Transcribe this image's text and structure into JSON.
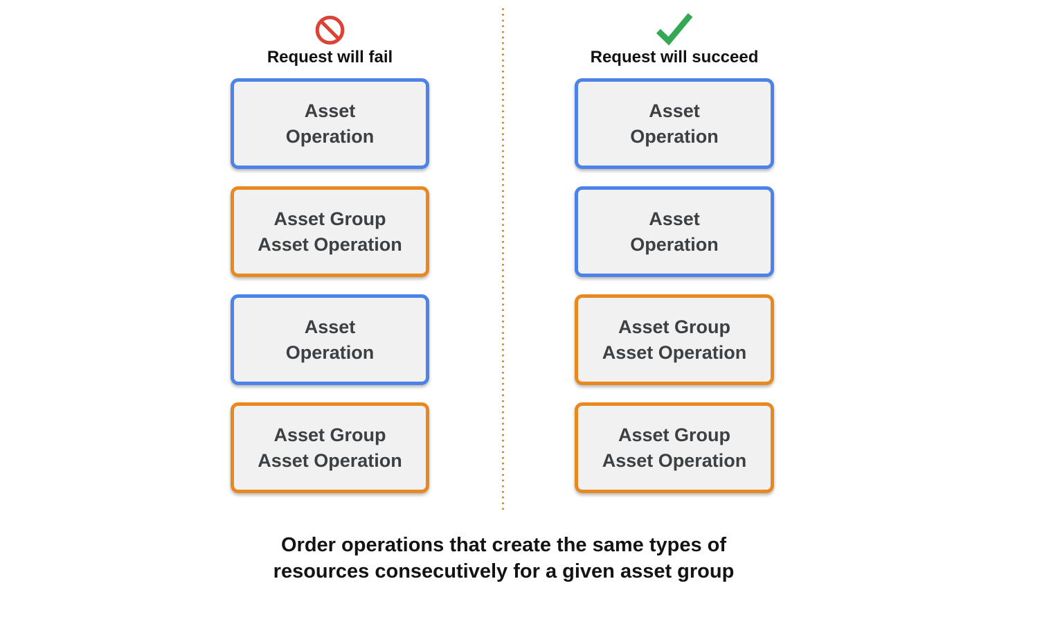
{
  "colors": {
    "blue_border": "#4d82e9",
    "orange_border": "#e8891f",
    "box_background": "#f1f1f1",
    "box_text": "#3c4043",
    "prohibition_red": "#dd4236",
    "check_green": "#34a853",
    "divider_orange": "#e8891f",
    "heading_text": "#111111"
  },
  "columns": [
    {
      "id": "fail",
      "icon": "prohibition-icon",
      "title": "Request will fail",
      "boxes": [
        {
          "label": "Asset\nOperation",
          "variant": "blue"
        },
        {
          "label": "Asset Group\nAsset Operation",
          "variant": "orange"
        },
        {
          "label": "Asset\nOperation",
          "variant": "blue"
        },
        {
          "label": "Asset Group\nAsset Operation",
          "variant": "orange"
        }
      ]
    },
    {
      "id": "succeed",
      "icon": "check-icon",
      "title": "Request will succeed",
      "boxes": [
        {
          "label": "Asset\nOperation",
          "variant": "blue"
        },
        {
          "label": "Asset\nOperation",
          "variant": "blue"
        },
        {
          "label": "Asset Group\nAsset Operation",
          "variant": "orange"
        },
        {
          "label": "Asset Group\nAsset Operation",
          "variant": "orange"
        }
      ]
    }
  ],
  "caption": "Order operations that create the same types of\nresources consecutively for a given asset group"
}
